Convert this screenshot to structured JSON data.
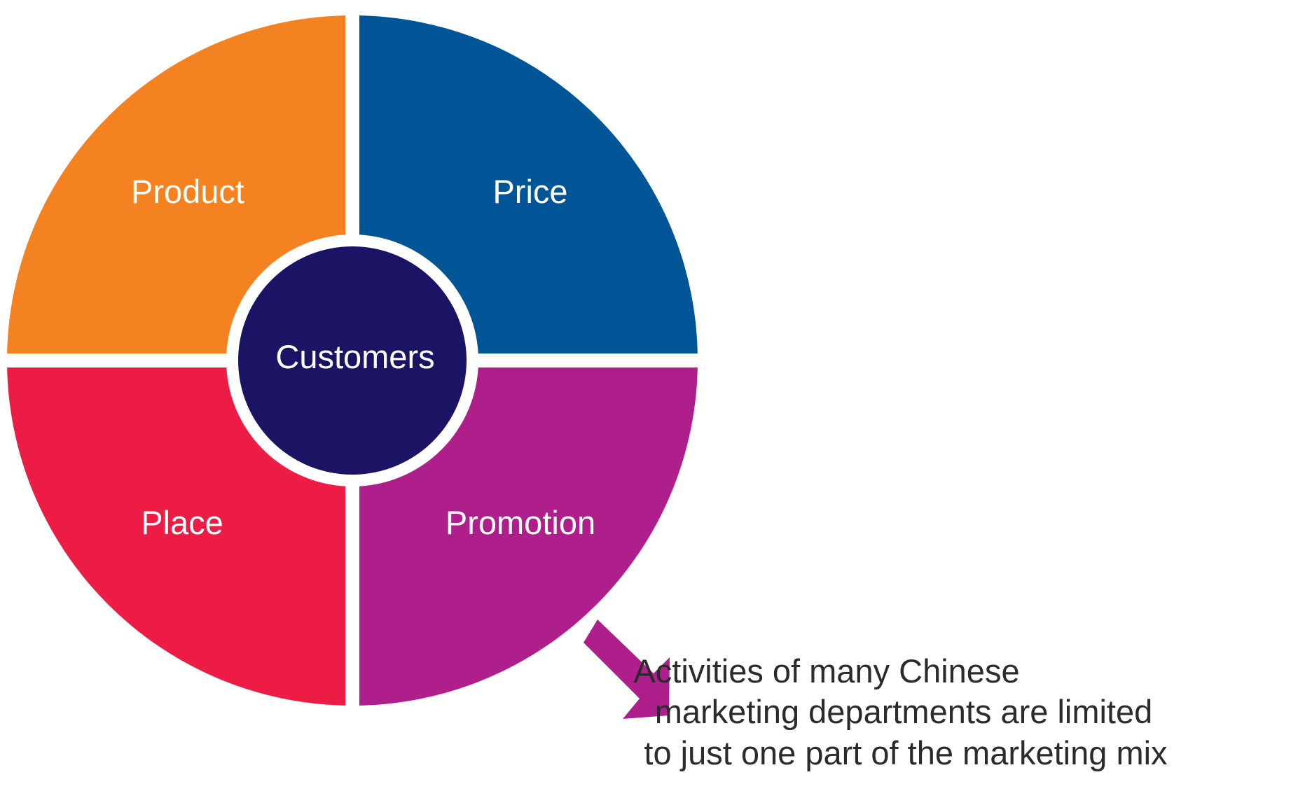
{
  "diagram": {
    "center": {
      "label": "Customers",
      "color": "#1b1464"
    },
    "segments": [
      {
        "id": "product",
        "label": "Product",
        "color": "#f58220"
      },
      {
        "id": "price",
        "label": "Price",
        "color": "#005596"
      },
      {
        "id": "place",
        "label": "Place",
        "color": "#ed1c45"
      },
      {
        "id": "promotion",
        "label": "Promotion",
        "color": "#ae1f8c"
      }
    ],
    "annotation": {
      "lines": [
        "Activities of many Chinese",
        "marketing departments are limited",
        "to just one part of the marketing mix"
      ],
      "arrow_color": "#ae1f8c"
    }
  }
}
